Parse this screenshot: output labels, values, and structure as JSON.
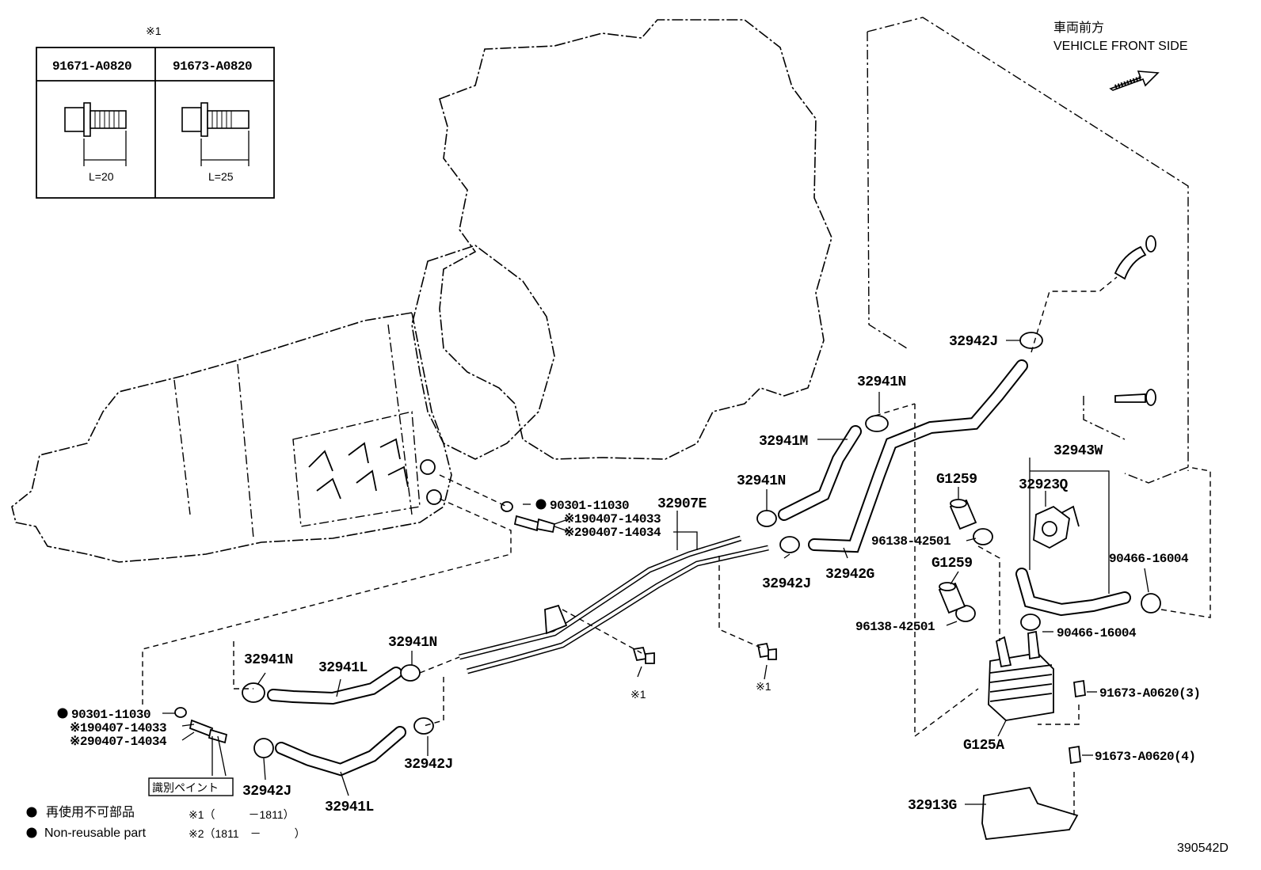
{
  "diagram": {
    "bolt_table": {
      "note_mark": "※1",
      "col1_part": "91671-A0820",
      "col1_length": "L=20",
      "col2_part": "91673-A0820",
      "col2_length": "L=25"
    },
    "direction": {
      "label_jp": "車両前方",
      "label_en": "VEHICLE FRONT SIDE"
    },
    "parts": {
      "p32942J_top": "32942J",
      "p32941N_a": "32941N",
      "p32941M": "32941M",
      "p32941N_b": "32941N",
      "p32907E": "32907E",
      "p90301_a": "90301-11030",
      "p190407_a": "※190407-14033",
      "p290407_a": "※290407-14034",
      "p32942J_mid": "32942J",
      "p32942G": "32942G",
      "pG1259_a": "G1259",
      "p96138_a": "96138-42501",
      "pG1259_b": "G1259",
      "p96138_b": "96138-42501",
      "p32943W": "32943W",
      "p32923Q": "32923Q",
      "p90466_a": "90466-16004",
      "p90466_b": "90466-16004",
      "p91673_3": "91673-A0620(3)",
      "p91673_4": "91673-A0620(4)",
      "pG125A": "G125A",
      "p32913G": "32913G",
      "p32941N_c": "32941N",
      "p32941L_a": "32941L",
      "p32941N_d": "32941N",
      "p90301_b": "90301-11030",
      "p190407_b": "※190407-14033",
      "p290407_b": "※290407-14034",
      "p32942J_c": "32942J",
      "p32942J_d": "32942J",
      "p32941L_b": "32941L",
      "ref1_a": "※1",
      "ref1_b": "※1",
      "paint_label": "識別ペイント"
    },
    "legend": {
      "jp": "再使用不可部品",
      "en": "Non-reusable part",
      "note1": "※1（　　　－1811）",
      "note2": "※2（1811　－　　　）"
    },
    "figure_id": "390542D"
  }
}
